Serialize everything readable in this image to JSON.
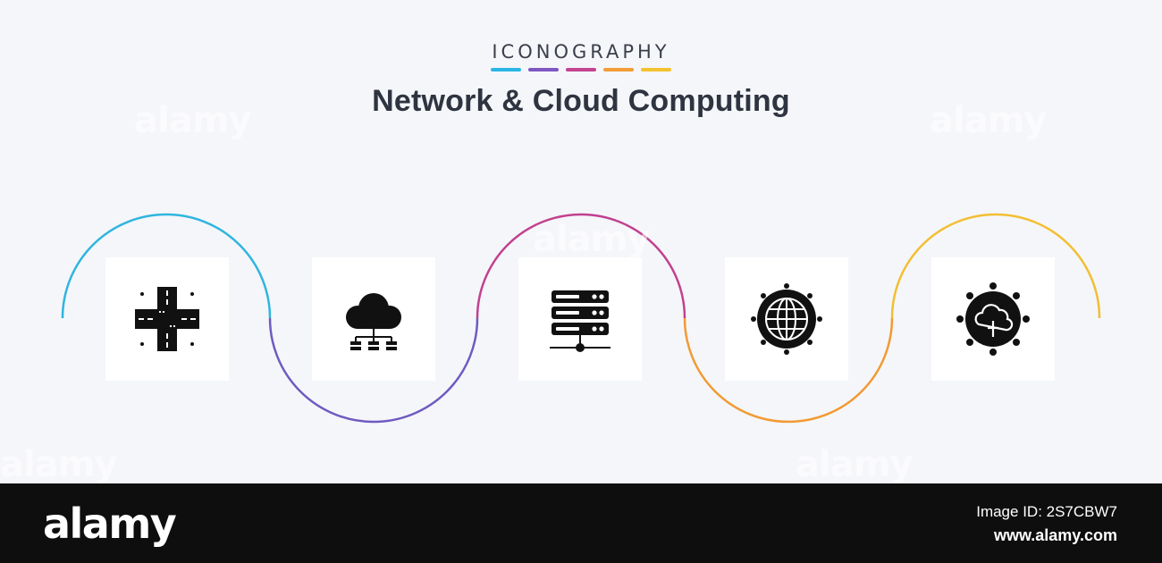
{
  "header": {
    "kicker": "ICONOGRAPHY",
    "title": "Network & Cloud Computing",
    "stripe_colors": [
      "#29b6e6",
      "#7e57c2",
      "#c2458f",
      "#f29d38",
      "#f2c230"
    ]
  },
  "wave_colors": [
    "#2fb5df",
    "#6f5bbf",
    "#c2418f",
    "#f29a32",
    "#f2bf32"
  ],
  "icons": [
    {
      "name": "crossroad-icon"
    },
    {
      "name": "cloud-network-icon"
    },
    {
      "name": "server-rack-icon"
    },
    {
      "name": "global-network-icon"
    },
    {
      "name": "cloud-hub-icon"
    }
  ],
  "watermarks": [
    "alamy",
    "alamy",
    "alamy",
    "alamy",
    "alamy"
  ],
  "footer": {
    "brand": "alamy",
    "image_id": "Image ID: 2S7CBW7",
    "site": "www.alamy.com"
  }
}
